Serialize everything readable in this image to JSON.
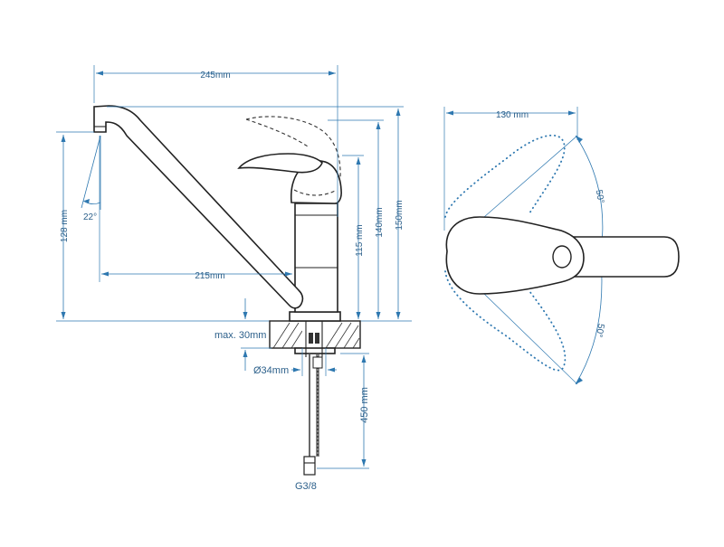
{
  "colors": {
    "dimension": "#2e78b0",
    "outline": "#222222",
    "label": "#2b5f8a"
  },
  "side_view": {
    "dim_width_total": "245mm",
    "dim_reach": "215mm",
    "dim_spout_height": "128 mm",
    "dim_angle": "22°",
    "dim_lever_height": "115 mm",
    "dim_body_height": "140mm",
    "dim_total_height": "150mm",
    "dim_max_counter": "max. 30mm",
    "dim_hole_diameter": "Ø34mm",
    "dim_hose_length": "450 mm",
    "dim_thread": "G3/8"
  },
  "top_view": {
    "dim_width": "130 mm",
    "angle_up": "50°",
    "angle_down": "50°"
  }
}
